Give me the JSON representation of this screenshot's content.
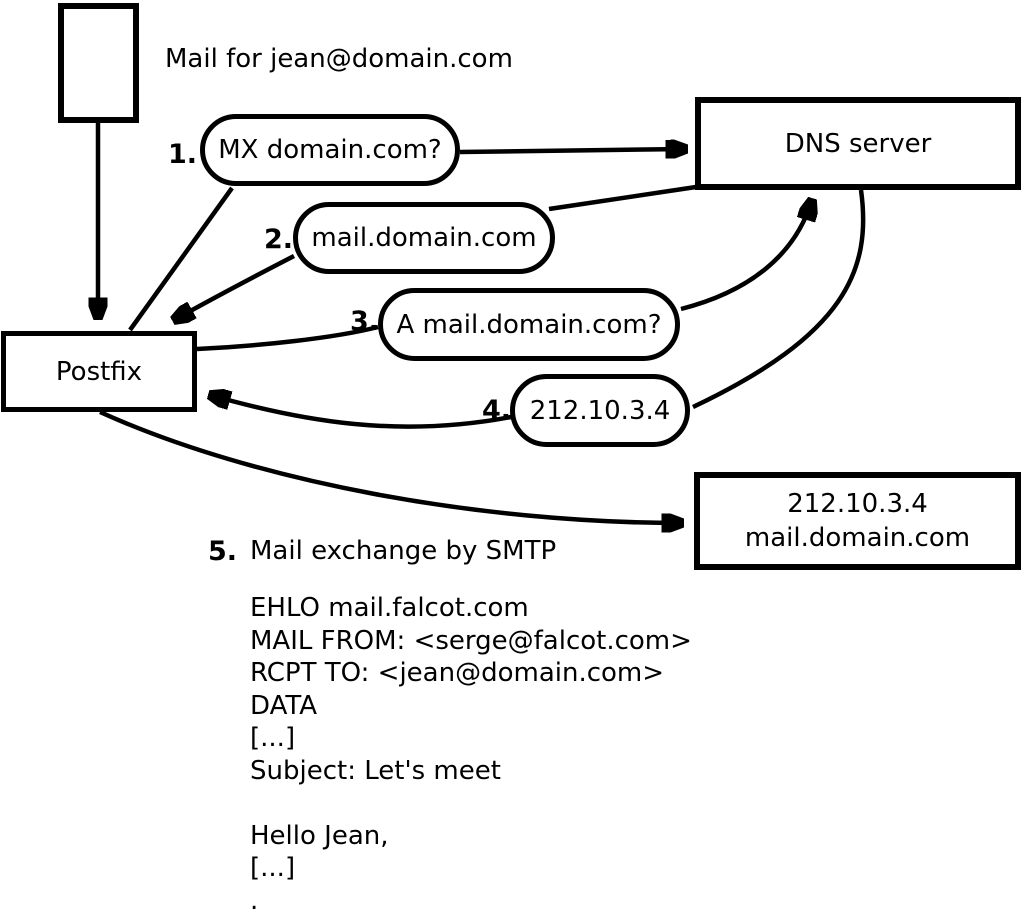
{
  "colors": {
    "stroke": "#000000",
    "background": "#ffffff"
  },
  "diagram": {
    "mail_note": "Mail for jean@domain.com",
    "nodes": {
      "postfix": {
        "label": "Postfix"
      },
      "dns": {
        "label": "DNS server"
      },
      "mailserver": {
        "line1": "212.10.3.4",
        "line2": "mail.domain.com"
      }
    },
    "steps": [
      {
        "num": "1.",
        "label": "MX domain.com?"
      },
      {
        "num": "2.",
        "label": "mail.domain.com"
      },
      {
        "num": "3.",
        "label": "A mail.domain.com?"
      },
      {
        "num": "4.",
        "label": "212.10.3.4"
      },
      {
        "num": "5.",
        "label": "Mail exchange by SMTP"
      }
    ],
    "smtp_session": "EHLO mail.falcot.com\nMAIL FROM: <serge@falcot.com>\nRCPT TO: <jean@domain.com>\nDATA\n[...]\nSubject: Let's meet\n\nHello Jean,\n[...]\n."
  }
}
